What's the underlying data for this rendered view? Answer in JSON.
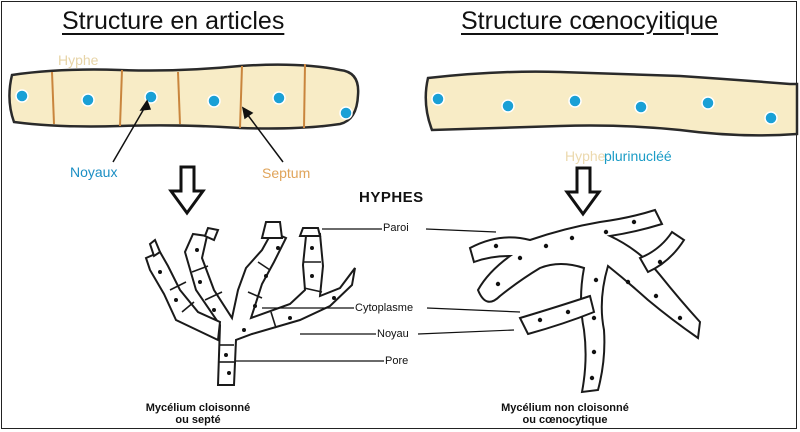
{
  "titles": {
    "left": "Structure en articles",
    "right": "Structure cœnocyitique"
  },
  "labels": {
    "hyphe_left": "Hyphe",
    "noyaux": "Noyaux",
    "septum": "Septum",
    "hyphe_right": "Hyphe",
    "plurinucleee": "plurinucléé",
    "hyphes": "HYPHES",
    "paroi": "Paroi",
    "cytoplasme": "Cytoplasme",
    "noyau": "Noyau",
    "pore": "Pore"
  },
  "captions": {
    "left_line1": "Mycélium cloisonné",
    "left_line2": "ou septé",
    "right_line1": "Mycélium non cloisonné",
    "right_line2": "ou cœnocytique"
  },
  "colors": {
    "hypha_fill": "#f8ecc6",
    "hypha_stroke": "#2a2a2a",
    "septum": "#c9853d",
    "nucleus": "#1aa0d6",
    "hyphe_label": "#e7d4a7",
    "noyaux_label": "#1b8fc4",
    "septum_label": "#e0a45a"
  }
}
